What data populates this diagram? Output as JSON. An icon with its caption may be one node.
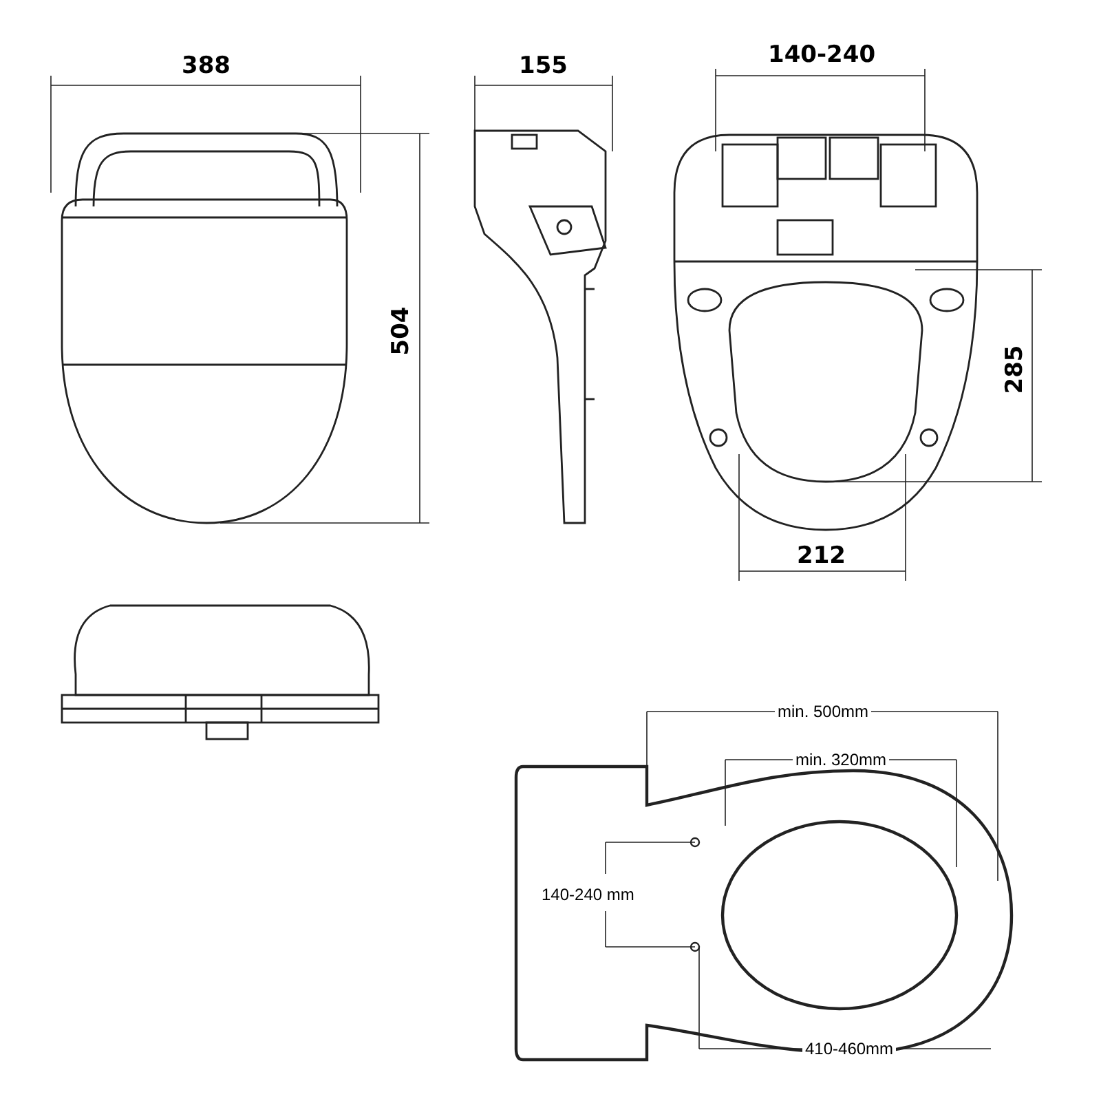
{
  "diagram": {
    "labels": [
      "388",
      "155",
      "140-240",
      "504",
      "285",
      "212",
      "min. 500mm",
      "min. 320mm",
      "140-240 mm",
      "410-460mm"
    ]
  }
}
